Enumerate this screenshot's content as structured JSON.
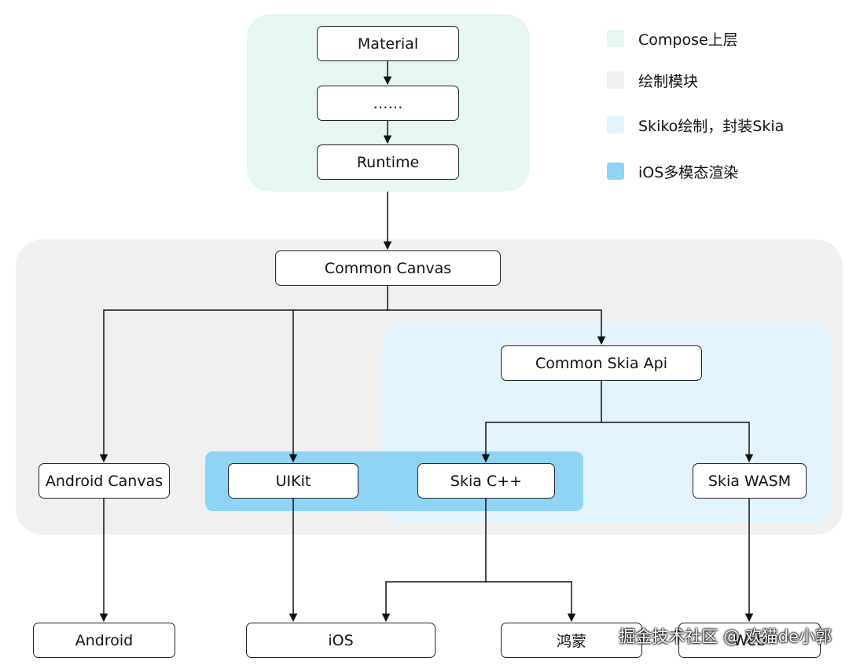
{
  "colors": {
    "compose_upper": "#e5f7ee",
    "drawing_module": "#f0f0f0",
    "skiko": "#e3f3fd",
    "ios_multimodal": "#8fd3f5",
    "node_border": "#222222",
    "edge": "#111111"
  },
  "legend": [
    {
      "label": "Compose上层",
      "color": "#e5f7ee"
    },
    {
      "label": "绘制模块",
      "color": "#f0f0f0"
    },
    {
      "label": "Skiko绘制，封装Skia",
      "color": "#e3f3fd"
    },
    {
      "label": "iOS多模态渲染",
      "color": "#8fd3f5"
    }
  ],
  "nodes": {
    "material": "Material",
    "ellipsis": "……",
    "runtime": "Runtime",
    "common_canvas": "Common Canvas",
    "common_skia_api": "Common Skia Api",
    "android_canvas": "Android Canvas",
    "uikit": "UIKit",
    "skia_cpp": "Skia C++",
    "skia_wasm": "Skia WASM",
    "android": "Android",
    "ios": "iOS",
    "hongmeng": "鸿蒙",
    "web": "Web"
  },
  "edges": [
    {
      "from": "material",
      "to": "ellipsis"
    },
    {
      "from": "ellipsis",
      "to": "runtime"
    },
    {
      "from": "runtime",
      "to": "common_canvas"
    },
    {
      "from": "common_canvas",
      "to": "android_canvas"
    },
    {
      "from": "common_canvas",
      "to": "uikit"
    },
    {
      "from": "common_canvas",
      "to": "common_skia_api"
    },
    {
      "from": "common_skia_api",
      "to": "skia_cpp"
    },
    {
      "from": "common_skia_api",
      "to": "skia_wasm"
    },
    {
      "from": "android_canvas",
      "to": "android"
    },
    {
      "from": "uikit",
      "to": "ios"
    },
    {
      "from": "skia_cpp",
      "to": "ios"
    },
    {
      "from": "skia_cpp",
      "to": "hongmeng"
    },
    {
      "from": "skia_wasm",
      "to": "web"
    }
  ],
  "watermark": "掘金技术社区 @ 欢猫de小郭"
}
